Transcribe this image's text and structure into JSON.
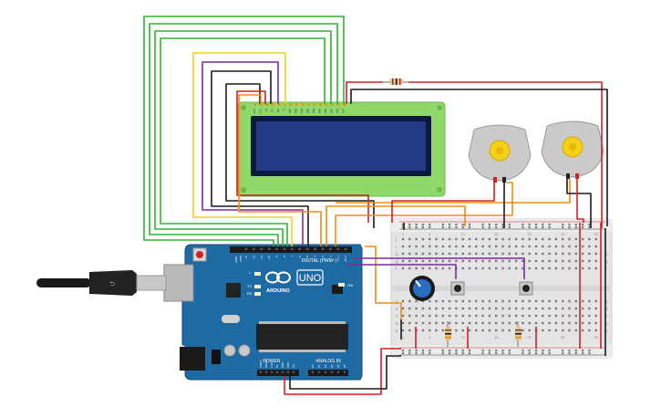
{
  "lcd": {
    "pin_labels": [
      "GND",
      "VCC",
      "V0",
      "RS",
      "RW",
      "E",
      "DB0",
      "DB1",
      "DB2",
      "DB3",
      "DB4",
      "DB5",
      "DB6",
      "DB7",
      "LED",
      "LED"
    ]
  },
  "arduino": {
    "brand": "ARDUINO",
    "model": "UNO",
    "digital_label": "DIGITAL (PWM~)",
    "power_label": "POWER",
    "analog_label": "ANALOG IN",
    "aref_label": "AREF",
    "gnd_label": "GND",
    "l_label": "L",
    "tx_label": "TX",
    "rx_label": "RX",
    "on_label": "ON",
    "power_pins": [
      "IOREF",
      "RESET",
      "3.3V",
      "5V",
      "GND",
      "GND",
      "Vin"
    ],
    "analog_pins": [
      "A0",
      "A1",
      "A2",
      "A3",
      "A4",
      "A5"
    ],
    "digital_pins": [
      "13",
      "12",
      "~11",
      "~10",
      "~9",
      "8",
      "7",
      "~6",
      "~5",
      "4",
      "~3",
      "2",
      "TX 1",
      "RX 0"
    ]
  },
  "breadboard": {
    "row_letters_top": [
      "j",
      "i",
      "h",
      "g",
      "f"
    ],
    "row_letters_bottom": [
      "e",
      "d",
      "c",
      "b",
      "a"
    ],
    "column_numbers": [
      "1",
      "5",
      "10",
      "15",
      "20",
      "25",
      "30"
    ]
  },
  "colors": {
    "wire_green": "#2fb236",
    "wire_yellow": "#f2d21b",
    "wire_purple": "#7b2d9e",
    "wire_black": "#1a1a1a",
    "wire_orange": "#f08c15",
    "wire_red": "#d42020",
    "lcd_frame": "#8fd86a",
    "lcd_screen": "#1f2e6b",
    "arduino_board": "#1e6aa3",
    "breadboard": "#e8e8e8",
    "motor_body": "#c9c9c9",
    "motor_gear": "#f5d01a"
  }
}
